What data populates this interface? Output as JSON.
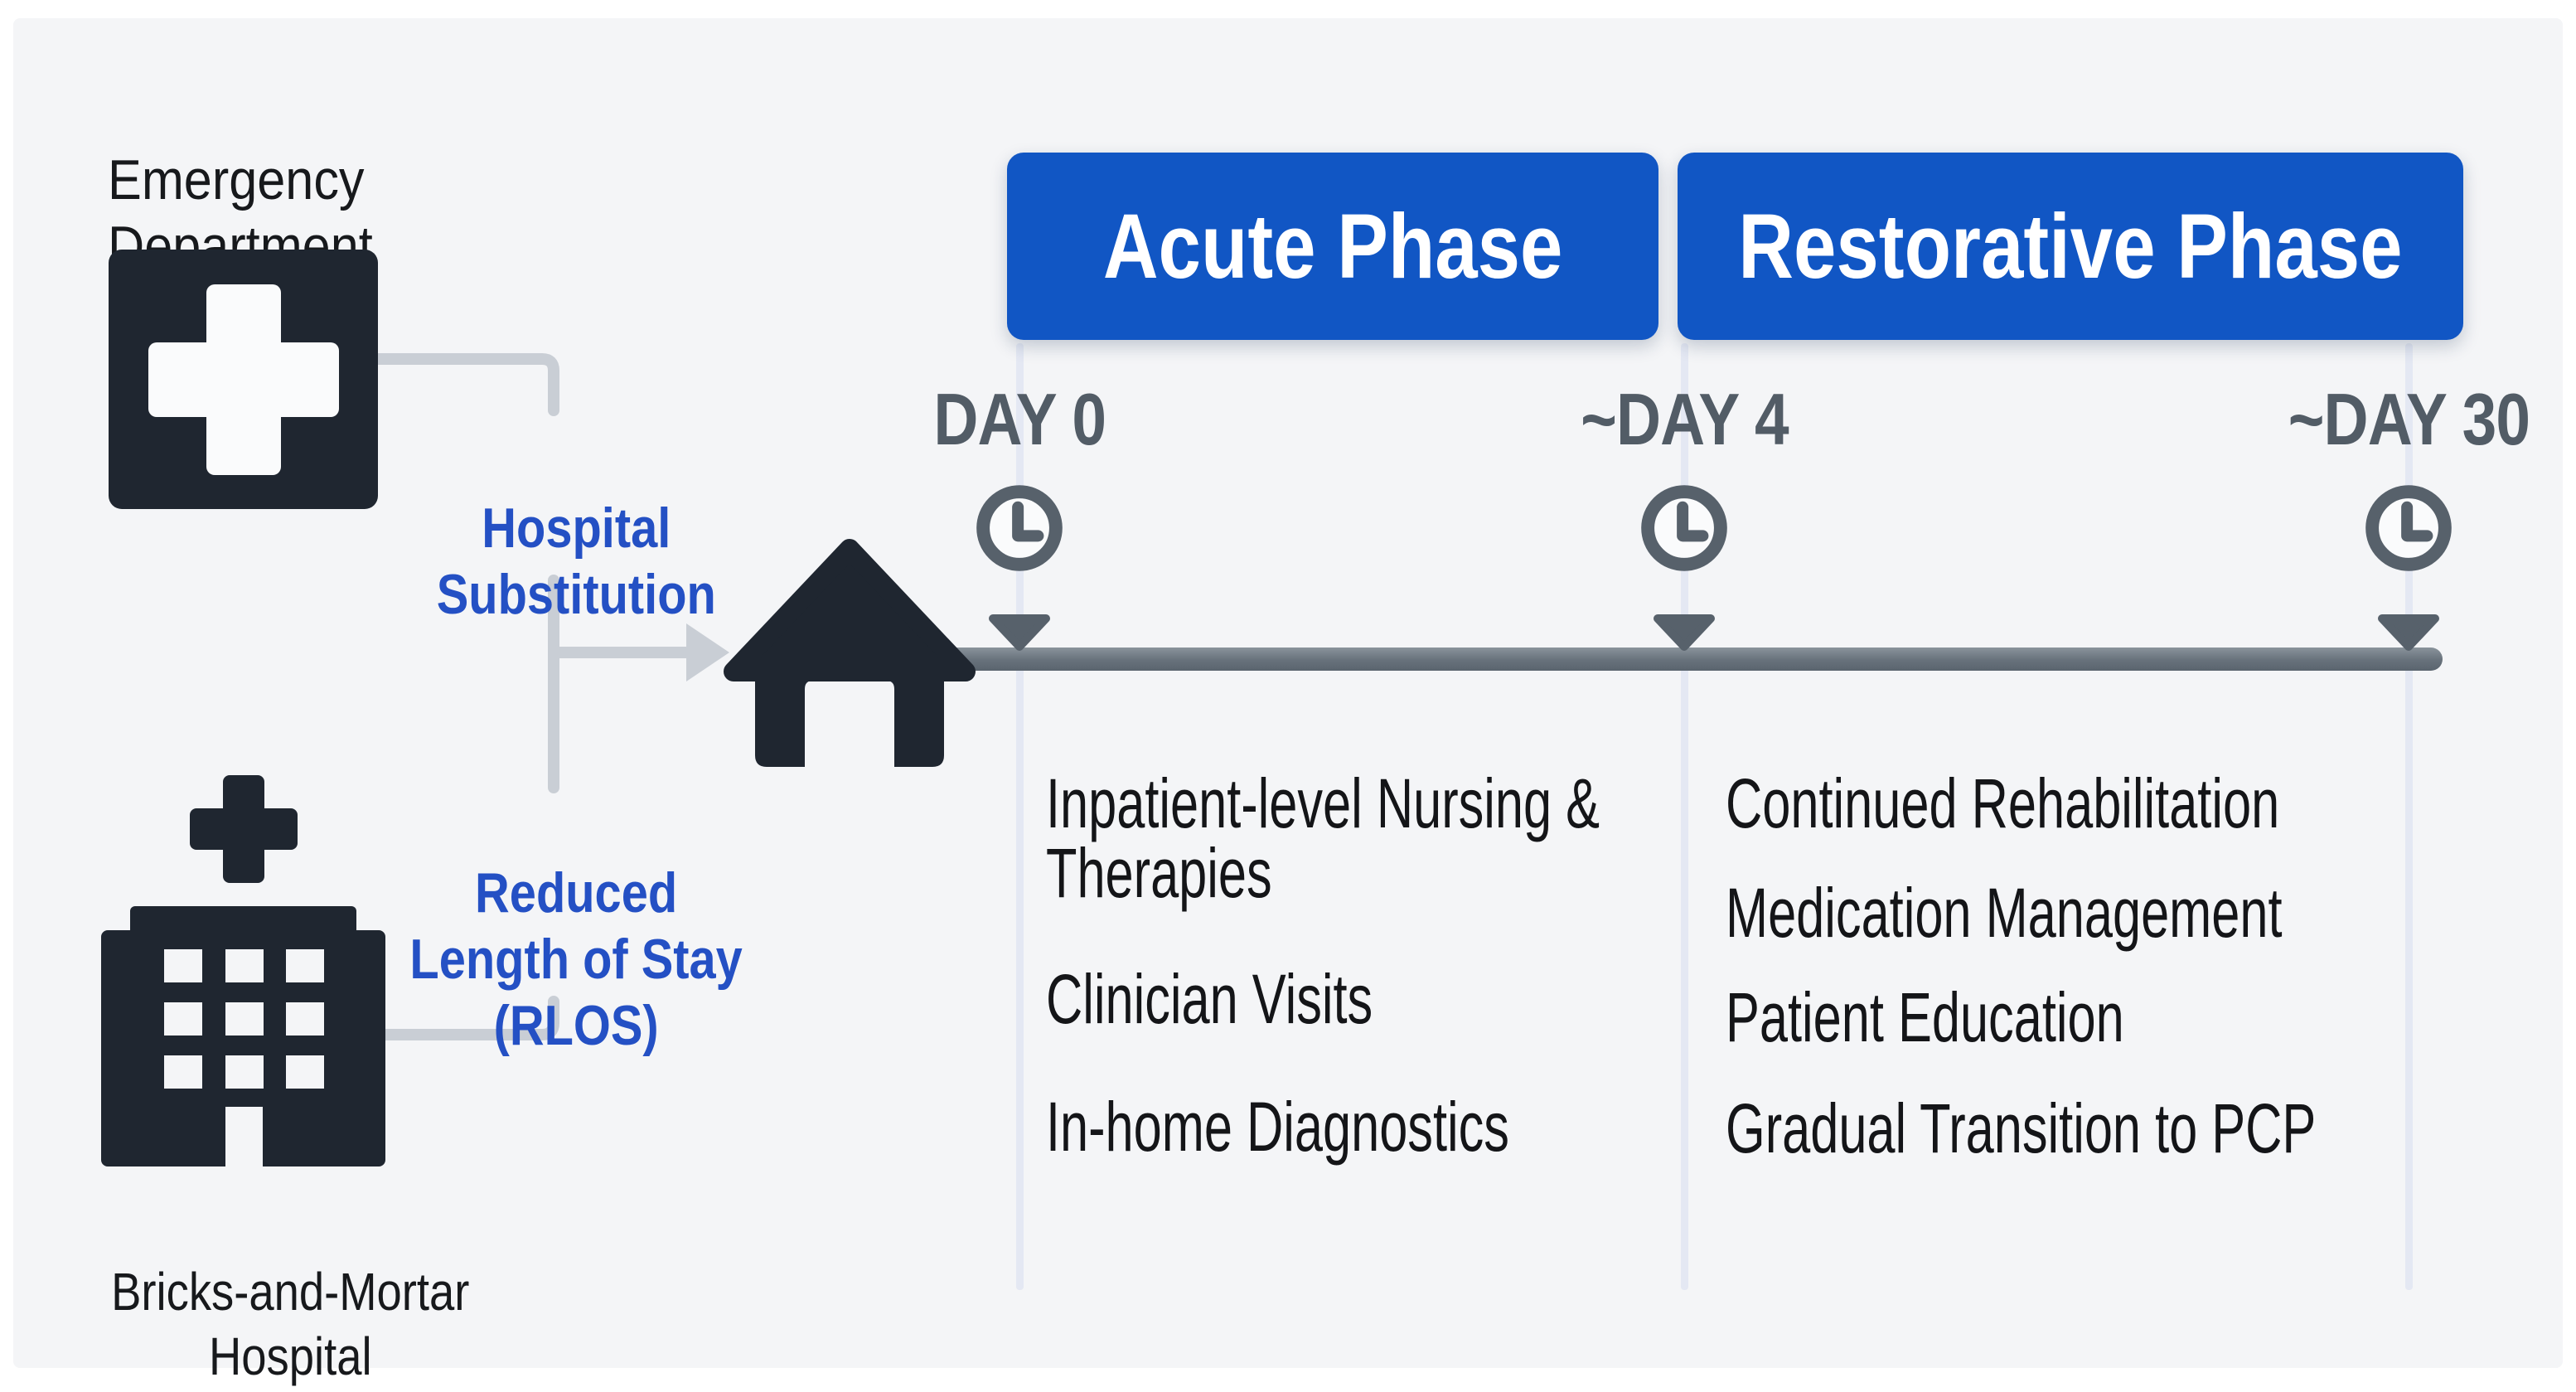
{
  "palette": {
    "background": "#f4f5f7",
    "icon_dark": "#1f2630",
    "phase_box_blue": "#1156c4",
    "blue_label_text": "#2450c4",
    "timeline_bar_gray": "#67717b",
    "marker_gray": "#57616b",
    "day_label_gray": "#525c66",
    "connector_gray": "#c9ced5",
    "guide_line": "#e4e8f3",
    "body_text": "#17191c",
    "phase_text": "#ffffff"
  },
  "left": {
    "emergency_label": "Emergency\nDepartment",
    "emergency_icon": "medical-cross-icon",
    "hospital_substitution_label": "Hospital\nSubstitution",
    "rlos_label": "Reduced\nLength of Stay\n(RLOS)",
    "hospital_icon": "hospital-building-icon",
    "bricks_hospital_label": "Bricks-and-Mortar\nHospital",
    "arrow_icon": "right-arrow-icon"
  },
  "timeline": {
    "home_icon": "home-icon",
    "marker_icon": "clock-icon",
    "markers": [
      "DAY 0",
      "~DAY 4",
      "~DAY 30"
    ],
    "phases": [
      {
        "label": "Acute Phase",
        "start": "DAY 0",
        "end": "~DAY 4",
        "items": [
          "Inpatient-level Nursing & Therapies",
          "Clinician Visits",
          "In-home Diagnostics"
        ]
      },
      {
        "label": "Restorative Phase",
        "start": "~DAY 4",
        "end": "~DAY 30",
        "items": [
          "Continued Rehabilitation",
          "Medication Management",
          "Patient Education",
          "Gradual Transition to PCP"
        ]
      }
    ]
  }
}
